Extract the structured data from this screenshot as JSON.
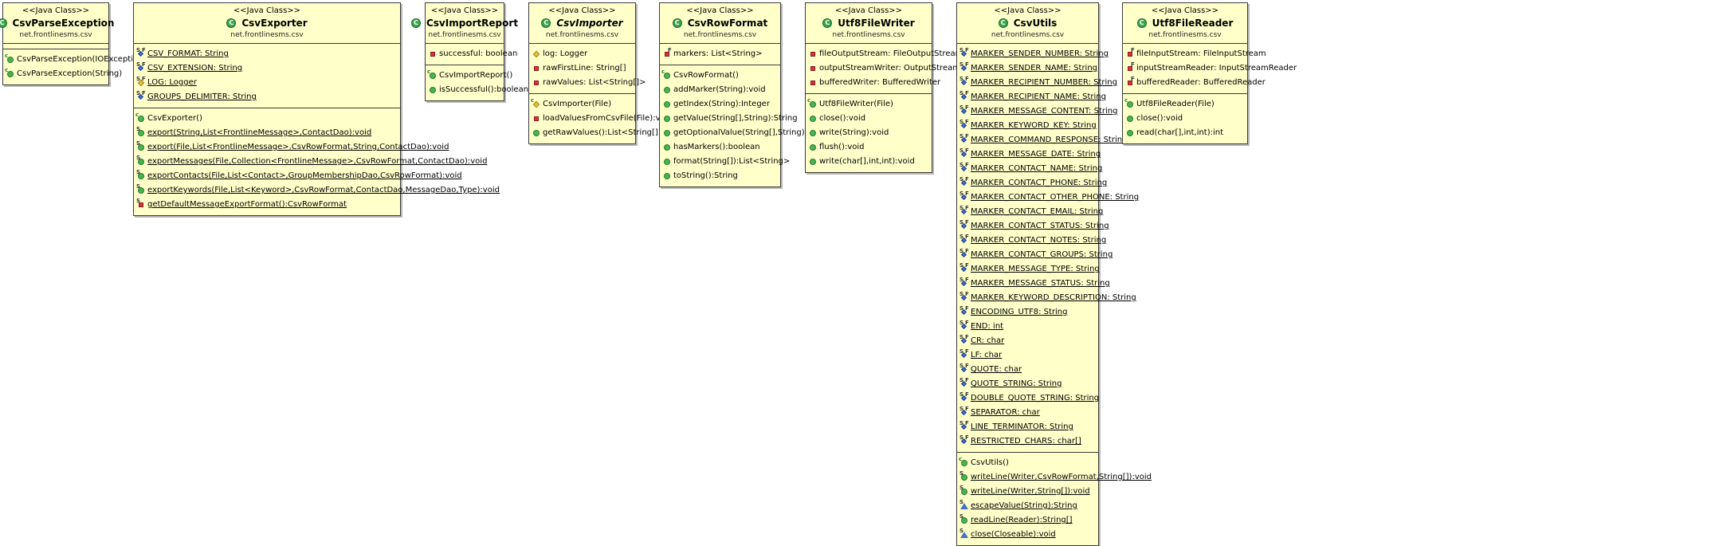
{
  "stereotype": "<<Java Class>>",
  "classes": [
    {
      "name": "CsvParseException",
      "package": "net.frontlinesms.csv",
      "abstract": false,
      "fields": [],
      "methods": [
        {
          "text": "CsvParseException(IOException)",
          "vis": "pub",
          "mods": [
            "c"
          ],
          "static": false
        },
        {
          "text": "CsvParseException(String)",
          "vis": "pub",
          "mods": [
            "c"
          ],
          "static": false
        }
      ]
    },
    {
      "name": "CsvExporter",
      "package": "net.frontlinesms.csv",
      "abstract": false,
      "fields": [
        {
          "text": "CSV_FORMAT: String",
          "vis": "def",
          "mods": [
            "s",
            "f"
          ],
          "static": true
        },
        {
          "text": "CSV_EXTENSION: String",
          "vis": "def",
          "mods": [
            "s",
            "f"
          ],
          "static": true
        },
        {
          "text": "LOG: Logger",
          "vis": "prot",
          "mods": [
            "s",
            "f"
          ],
          "static": true
        },
        {
          "text": "GROUPS_DELIMITER: String",
          "vis": "def",
          "mods": [
            "s",
            "f"
          ],
          "static": true
        }
      ],
      "methods": [
        {
          "text": "CsvExporter()",
          "vis": "pub",
          "mods": [
            "c"
          ],
          "static": false
        },
        {
          "text": "export(String,List<FrontlineMessage>,ContactDao):void",
          "vis": "pub",
          "mods": [
            "s"
          ],
          "static": true
        },
        {
          "text": "export(File,List<FrontlineMessage>,CsvRowFormat,String,ContactDao):void",
          "vis": "pub",
          "mods": [
            "s"
          ],
          "static": true
        },
        {
          "text": "exportMessages(File,Collection<FrontlineMessage>,CsvRowFormat,ContactDao):void",
          "vis": "pub",
          "mods": [
            "s"
          ],
          "static": true
        },
        {
          "text": "exportContacts(File,List<Contact>,GroupMembershipDao,CsvRowFormat):void",
          "vis": "pub",
          "mods": [
            "s"
          ],
          "static": true
        },
        {
          "text": "exportKeywords(File,List<Keyword>,CsvRowFormat,ContactDao,MessageDao,Type):void",
          "vis": "pub",
          "mods": [
            "s"
          ],
          "static": true
        },
        {
          "text": "getDefaultMessageExportFormat():CsvRowFormat",
          "vis": "priv",
          "mods": [
            "s"
          ],
          "static": true
        }
      ]
    },
    {
      "name": "CsvImportReport",
      "package": "net.frontlinesms.csv",
      "abstract": false,
      "fields": [
        {
          "text": "successful: boolean",
          "vis": "priv",
          "mods": [],
          "static": false
        }
      ],
      "methods": [
        {
          "text": "CsvImportReport()",
          "vis": "pub",
          "mods": [
            "c"
          ],
          "static": false
        },
        {
          "text": "isSuccessful():boolean",
          "vis": "pub",
          "mods": [],
          "static": false
        }
      ]
    },
    {
      "name": "CsvImporter",
      "package": "net.frontlinesms.csv",
      "abstract": true,
      "fields": [
        {
          "text": "log: Logger",
          "vis": "prot",
          "mods": [],
          "static": false
        },
        {
          "text": "rawFirstLine: String[]",
          "vis": "priv",
          "mods": [],
          "static": false
        },
        {
          "text": "rawValues: List<String[]>",
          "vis": "priv",
          "mods": [],
          "static": false
        }
      ],
      "methods": [
        {
          "text": "CsvImporter(File)",
          "vis": "prot",
          "mods": [
            "c"
          ],
          "static": false
        },
        {
          "text": "loadValuesFromCsvFile(File):void",
          "vis": "priv",
          "mods": [],
          "static": false
        },
        {
          "text": "getRawValues():List<String[]>",
          "vis": "pub",
          "mods": [],
          "static": false
        }
      ]
    },
    {
      "name": "CsvRowFormat",
      "package": "net.frontlinesms.csv",
      "abstract": false,
      "fields": [
        {
          "text": "markers: List<String>",
          "vis": "priv",
          "mods": [
            "f"
          ],
          "static": false
        }
      ],
      "methods": [
        {
          "text": "CsvRowFormat()",
          "vis": "pub",
          "mods": [
            "c"
          ],
          "static": false
        },
        {
          "text": "addMarker(String):void",
          "vis": "pub",
          "mods": [],
          "static": false
        },
        {
          "text": "getIndex(String):Integer",
          "vis": "pub",
          "mods": [],
          "static": false
        },
        {
          "text": "getValue(String[],String):String",
          "vis": "pub",
          "mods": [],
          "static": false
        },
        {
          "text": "getOptionalValue(String[],String):String",
          "vis": "pub",
          "mods": [],
          "static": false
        },
        {
          "text": "hasMarkers():boolean",
          "vis": "pub",
          "mods": [],
          "static": false
        },
        {
          "text": "format(String[]):List<String>",
          "vis": "pub",
          "mods": [],
          "static": false
        },
        {
          "text": "toString():String",
          "vis": "pub",
          "mods": [],
          "static": false
        }
      ]
    },
    {
      "name": "Utf8FileWriter",
      "package": "net.frontlinesms.csv",
      "abstract": false,
      "fields": [
        {
          "text": "fileOutputStream: FileOutputStream",
          "vis": "priv",
          "mods": [],
          "static": false
        },
        {
          "text": "outputStreamWriter: OutputStreamWriter",
          "vis": "priv",
          "mods": [],
          "static": false
        },
        {
          "text": "bufferedWriter: BufferedWriter",
          "vis": "priv",
          "mods": [],
          "static": false
        }
      ],
      "methods": [
        {
          "text": "Utf8FileWriter(File)",
          "vis": "pub",
          "mods": [
            "c"
          ],
          "static": false
        },
        {
          "text": "close():void",
          "vis": "pub",
          "mods": [],
          "static": false
        },
        {
          "text": "write(String):void",
          "vis": "pub",
          "mods": [],
          "static": false
        },
        {
          "text": "flush():void",
          "vis": "pub",
          "mods": [],
          "static": false
        },
        {
          "text": "write(char[],int,int):void",
          "vis": "pub",
          "mods": [],
          "static": false
        }
      ]
    },
    {
      "name": "CsvUtils",
      "package": "net.frontlinesms.csv",
      "abstract": false,
      "fields": [
        {
          "text": "MARKER_SENDER_NUMBER: String",
          "vis": "def",
          "mods": [
            "s",
            "f"
          ],
          "static": true
        },
        {
          "text": "MARKER_SENDER_NAME: String",
          "vis": "def",
          "mods": [
            "s",
            "f"
          ],
          "static": true
        },
        {
          "text": "MARKER_RECIPIENT_NUMBER: String",
          "vis": "def",
          "mods": [
            "s",
            "f"
          ],
          "static": true
        },
        {
          "text": "MARKER_RECIPIENT_NAME: String",
          "vis": "def",
          "mods": [
            "s",
            "f"
          ],
          "static": true
        },
        {
          "text": "MARKER_MESSAGE_CONTENT: String",
          "vis": "def",
          "mods": [
            "s",
            "f"
          ],
          "static": true
        },
        {
          "text": "MARKER_KEYWORD_KEY: String",
          "vis": "def",
          "mods": [
            "s",
            "f"
          ],
          "static": true
        },
        {
          "text": "MARKER_COMMAND_RESPONSE: String",
          "vis": "def",
          "mods": [
            "s",
            "f"
          ],
          "static": true
        },
        {
          "text": "MARKER_MESSAGE_DATE: String",
          "vis": "def",
          "mods": [
            "s",
            "f"
          ],
          "static": true
        },
        {
          "text": "MARKER_CONTACT_NAME: String",
          "vis": "def",
          "mods": [
            "s",
            "f"
          ],
          "static": true
        },
        {
          "text": "MARKER_CONTACT_PHONE: String",
          "vis": "def",
          "mods": [
            "s",
            "f"
          ],
          "static": true
        },
        {
          "text": "MARKER_CONTACT_OTHER_PHONE: String",
          "vis": "def",
          "mods": [
            "s",
            "f"
          ],
          "static": true
        },
        {
          "text": "MARKER_CONTACT_EMAIL: String",
          "vis": "def",
          "mods": [
            "s",
            "f"
          ],
          "static": true
        },
        {
          "text": "MARKER_CONTACT_STATUS: String",
          "vis": "def",
          "mods": [
            "s",
            "f"
          ],
          "static": true
        },
        {
          "text": "MARKER_CONTACT_NOTES: String",
          "vis": "def",
          "mods": [
            "s",
            "f"
          ],
          "static": true
        },
        {
          "text": "MARKER_CONTACT_GROUPS: String",
          "vis": "def",
          "mods": [
            "s",
            "f"
          ],
          "static": true
        },
        {
          "text": "MARKER_MESSAGE_TYPE: String",
          "vis": "def",
          "mods": [
            "s",
            "f"
          ],
          "static": true
        },
        {
          "text": "MARKER_MESSAGE_STATUS: String",
          "vis": "def",
          "mods": [
            "s",
            "f"
          ],
          "static": true
        },
        {
          "text": "MARKER_KEYWORD_DESCRIPTION: String",
          "vis": "def",
          "mods": [
            "s",
            "f"
          ],
          "static": true
        },
        {
          "text": "ENCODING_UTF8: String",
          "vis": "def",
          "mods": [
            "s",
            "f"
          ],
          "static": true
        },
        {
          "text": "END: int",
          "vis": "def",
          "mods": [
            "s",
            "f"
          ],
          "static": true
        },
        {
          "text": "CR: char",
          "vis": "def",
          "mods": [
            "s",
            "f"
          ],
          "static": true
        },
        {
          "text": "LF: char",
          "vis": "def",
          "mods": [
            "s",
            "f"
          ],
          "static": true
        },
        {
          "text": "QUOTE: char",
          "vis": "def",
          "mods": [
            "s",
            "f"
          ],
          "static": true
        },
        {
          "text": "QUOTE_STRING: String",
          "vis": "def",
          "mods": [
            "s",
            "f"
          ],
          "static": true
        },
        {
          "text": "DOUBLE_QUOTE_STRING: String",
          "vis": "def",
          "mods": [
            "s",
            "f"
          ],
          "static": true
        },
        {
          "text": "SEPARATOR: char",
          "vis": "def",
          "mods": [
            "s",
            "f"
          ],
          "static": true
        },
        {
          "text": "LINE_TERMINATOR: String",
          "vis": "def",
          "mods": [
            "s",
            "f"
          ],
          "static": true
        },
        {
          "text": "RESTRICTED_CHARS: char[]",
          "vis": "def",
          "mods": [
            "s",
            "f"
          ],
          "static": true
        }
      ],
      "methods": [
        {
          "text": "CsvUtils()",
          "vis": "pub",
          "mods": [
            "c"
          ],
          "static": false
        },
        {
          "text": "writeLine(Writer,CsvRowFormat,String[]):void",
          "vis": "pub",
          "mods": [
            "s"
          ],
          "static": true
        },
        {
          "text": "writeLine(Writer,String[]):void",
          "vis": "pub",
          "mods": [
            "s"
          ],
          "static": true
        },
        {
          "text": "escapeValue(String):String",
          "vis": "pkg",
          "mods": [
            "s"
          ],
          "static": true
        },
        {
          "text": "readLine(Reader):String[]",
          "vis": "pub",
          "mods": [
            "s"
          ],
          "static": true
        },
        {
          "text": "close(Closeable):void",
          "vis": "pkg",
          "mods": [
            "s"
          ],
          "static": true
        }
      ]
    },
    {
      "name": "Utf8FileReader",
      "package": "net.frontlinesms.csv",
      "abstract": false,
      "fields": [
        {
          "text": "fileInputStream: FileInputStream",
          "vis": "priv",
          "mods": [
            "f"
          ],
          "static": false
        },
        {
          "text": "inputStreamReader: InputStreamReader",
          "vis": "priv",
          "mods": [
            "f"
          ],
          "static": false
        },
        {
          "text": "bufferedReader: BufferedReader",
          "vis": "priv",
          "mods": [
            "f"
          ],
          "static": false
        }
      ],
      "methods": [
        {
          "text": "Utf8FileReader(File)",
          "vis": "pub",
          "mods": [
            "c"
          ],
          "static": false
        },
        {
          "text": "close():void",
          "vis": "pub",
          "mods": [],
          "static": false
        },
        {
          "text": "read(char[],int,int):int",
          "vis": "pub",
          "mods": [],
          "static": false
        }
      ]
    }
  ]
}
